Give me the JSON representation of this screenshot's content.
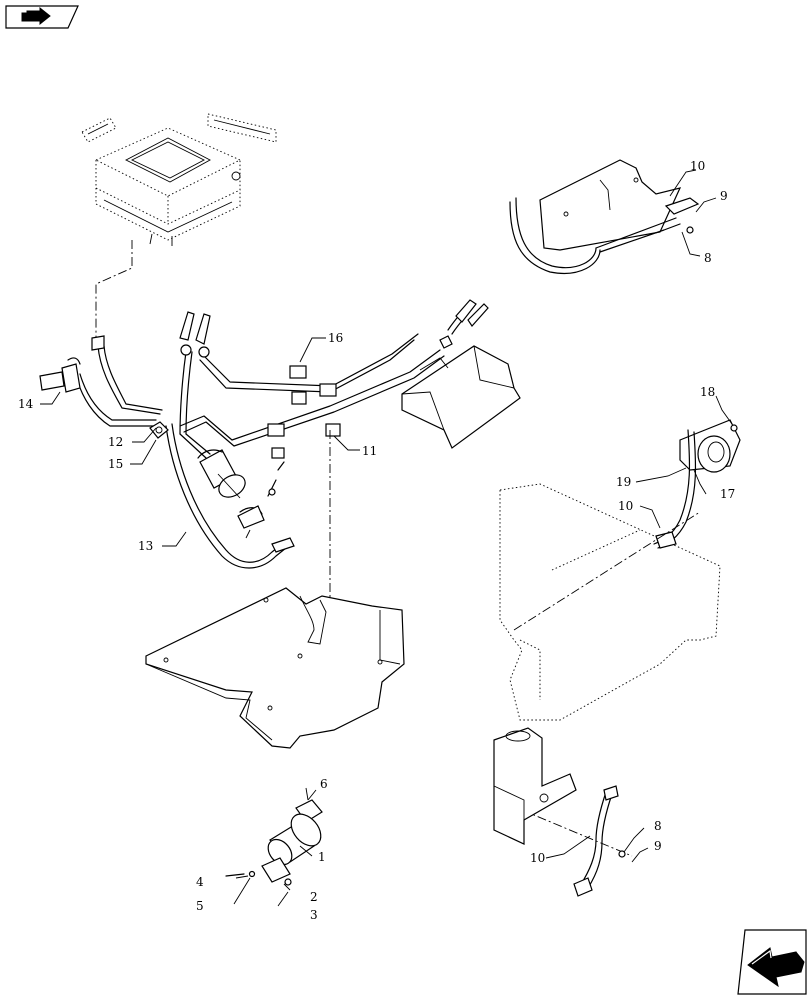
{
  "nav": {
    "top_button_icon": "back-arrow-icon",
    "bottom_button_icon": "return-arrow-icon"
  },
  "callouts": {
    "c1": "1",
    "c2": "2",
    "c3": "3",
    "c4": "4",
    "c5": "5",
    "c6": "6",
    "c8a": "8",
    "c8b": "8",
    "c9a": "9",
    "c9b": "9",
    "c10a": "10",
    "c10b": "10",
    "c10c": "10",
    "c11": "11",
    "c12": "12",
    "c13": "13",
    "c14": "14",
    "c15": "15",
    "c16": "16",
    "c17": "17",
    "c18": "18",
    "c19": "19"
  }
}
